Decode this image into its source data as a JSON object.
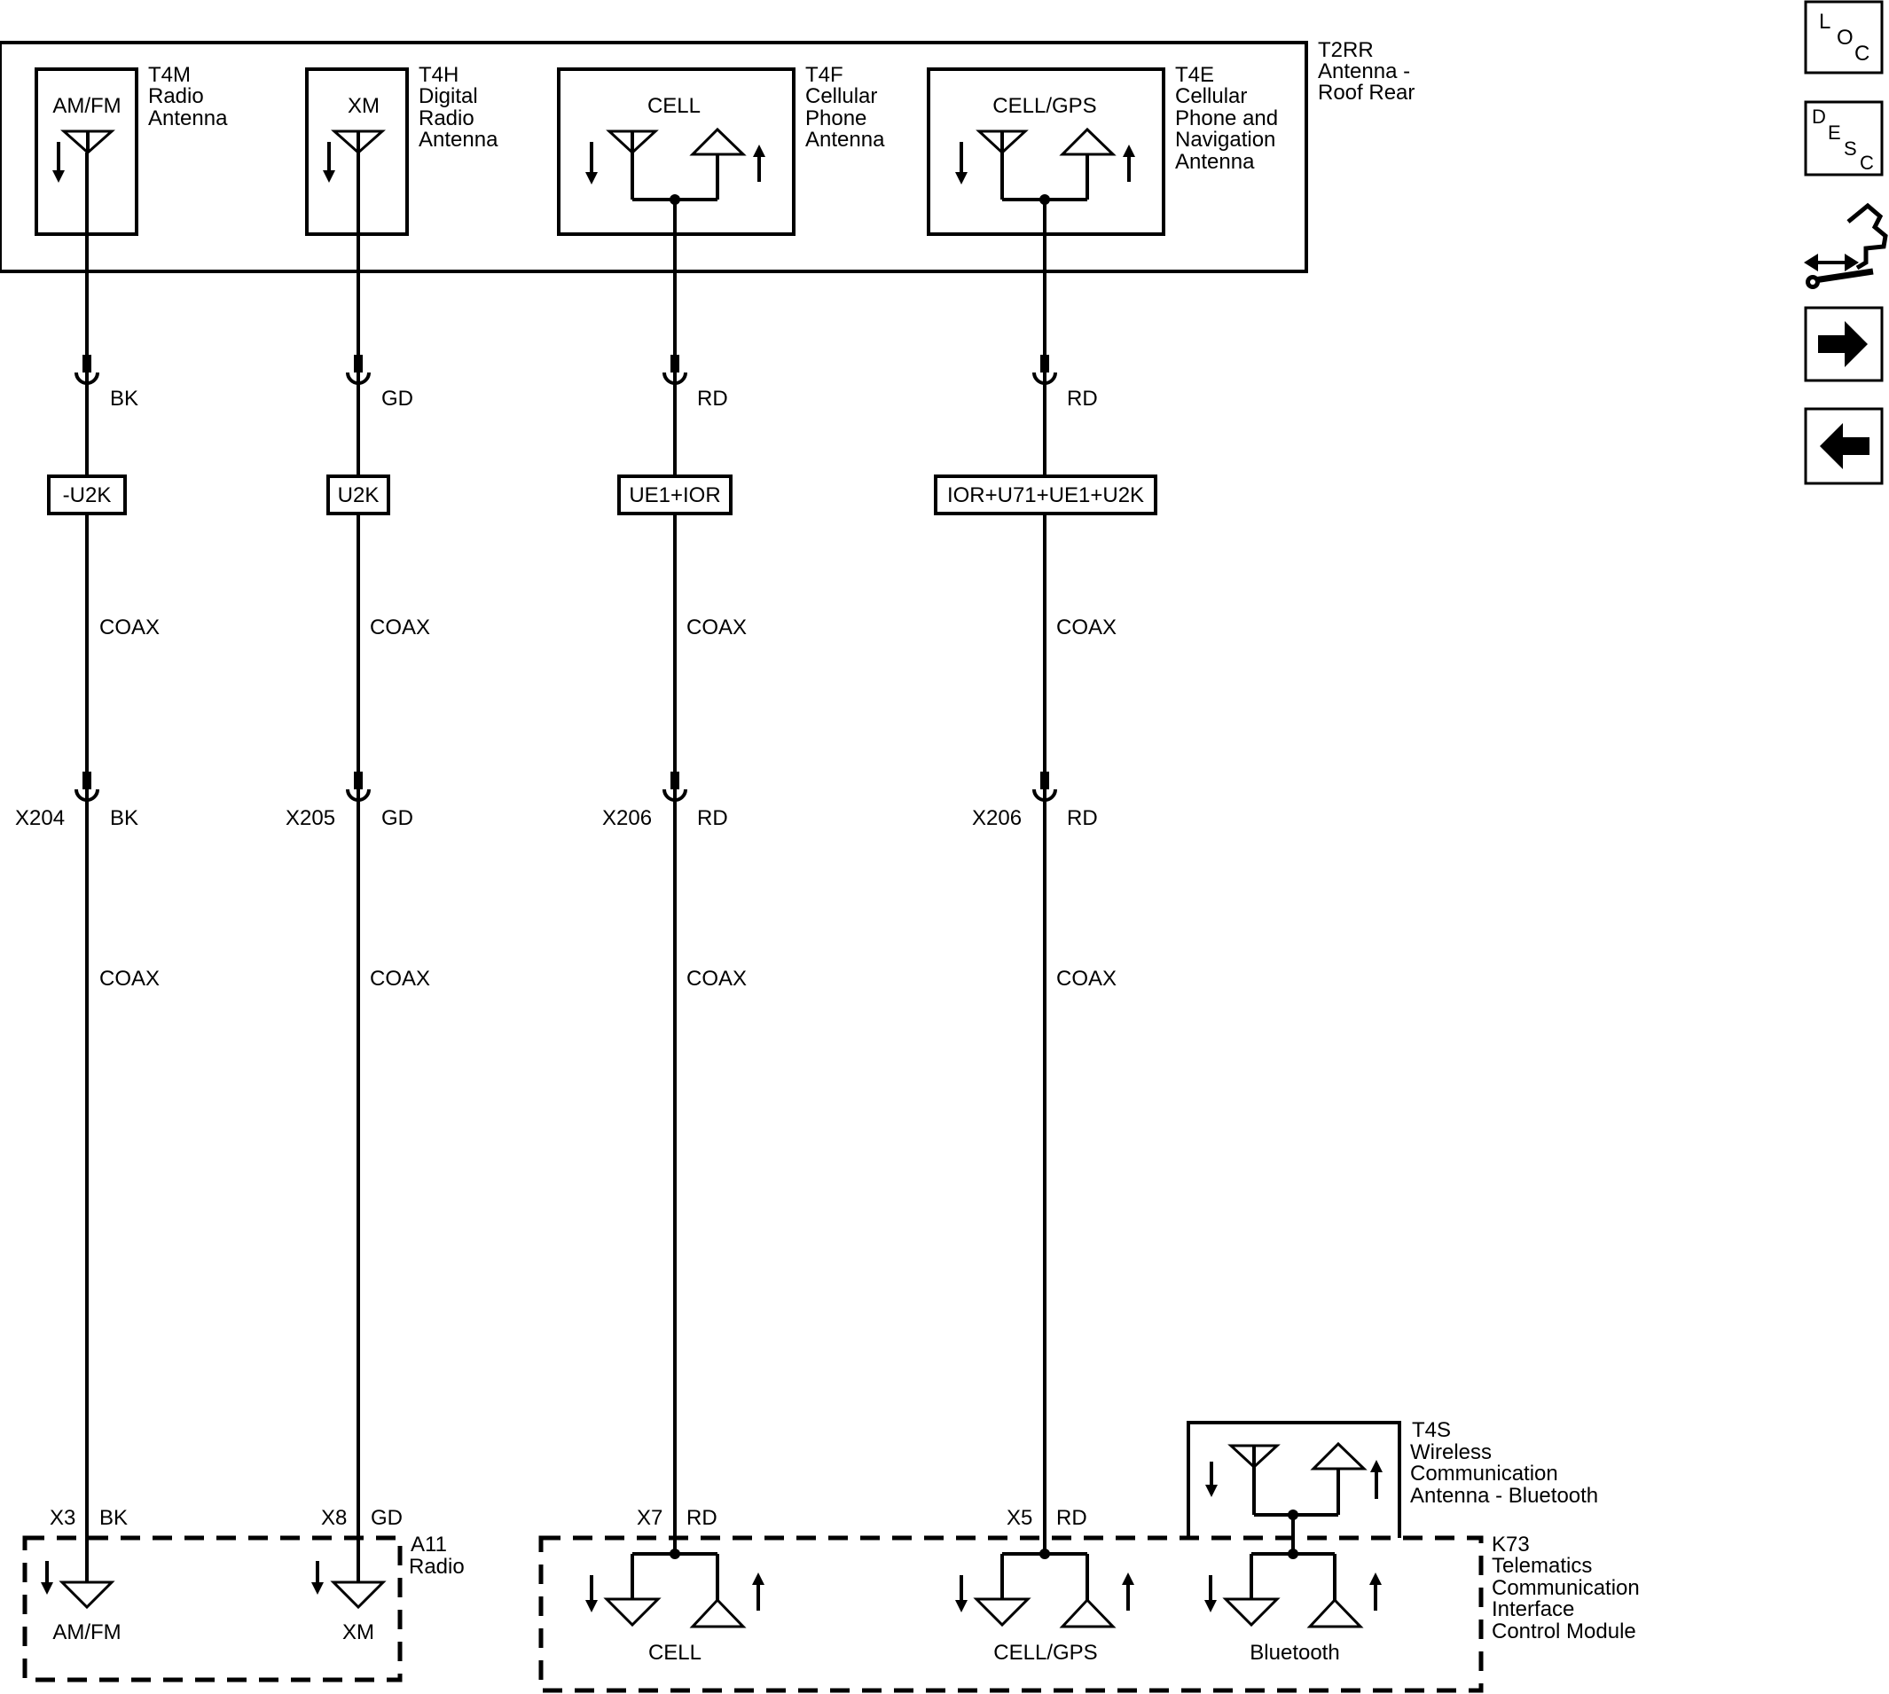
{
  "roof_module": {
    "ref": "T2RR",
    "name_line1": "Antenna -",
    "name_line2": "Roof Rear"
  },
  "antennas": [
    {
      "ref": "T4M",
      "lines": [
        "Radio",
        "Antenna"
      ],
      "label": "AM/FM"
    },
    {
      "ref": "T4H",
      "lines": [
        "Digital",
        "Radio",
        "Antenna"
      ],
      "label": "XM"
    },
    {
      "ref": "T4F",
      "lines": [
        "Cellular",
        "Phone",
        "Antenna"
      ],
      "label": "CELL"
    },
    {
      "ref": "T4E",
      "lines": [
        "Cellular",
        "Phone and",
        "Navigation",
        "Antenna"
      ],
      "label": "CELL/GPS"
    }
  ],
  "circuits": [
    {
      "color": "BK",
      "option": "-U2K",
      "cable_upper": "COAX",
      "connector": "X204",
      "connector_color": "BK",
      "cable_lower": "COAX",
      "terminal": "X3",
      "terminal_color": "BK"
    },
    {
      "color": "GD",
      "option": "U2K",
      "cable_upper": "COAX",
      "connector": "X205",
      "connector_color": "GD",
      "cable_lower": "COAX",
      "terminal": "X8",
      "terminal_color": "GD"
    },
    {
      "color": "RD",
      "option": "UE1+IOR",
      "cable_upper": "COAX",
      "connector": "X206",
      "connector_color": "RD",
      "cable_lower": "COAX",
      "terminal": "X7",
      "terminal_color": "RD"
    },
    {
      "color": "RD",
      "option": "IOR+U71+UE1+U2K",
      "cable_upper": "COAX",
      "connector": "X206",
      "connector_color": "RD",
      "cable_lower": "COAX",
      "terminal": "X5",
      "terminal_color": "RD"
    }
  ],
  "radio_module": {
    "ref": "A11",
    "name": "Radio",
    "ports": [
      "AM/FM",
      "XM"
    ]
  },
  "telematics_module": {
    "ref": "K73",
    "lines": [
      "Telematics",
      "Communication",
      "Interface",
      "Control Module"
    ],
    "ports": [
      "CELL",
      "CELL/GPS",
      "Bluetooth"
    ]
  },
  "bluetooth_antenna": {
    "ref": "T4S",
    "lines": [
      "Wireless",
      "Communication",
      "Antenna - Bluetooth"
    ]
  },
  "nav_buttons": {
    "loc_letters": [
      "L",
      "O",
      "C"
    ],
    "desc_letters": [
      "D",
      "E",
      "S",
      "C"
    ],
    "icons": [
      "connector-wrench-icon",
      "arrow-right-icon",
      "arrow-left-icon"
    ]
  }
}
